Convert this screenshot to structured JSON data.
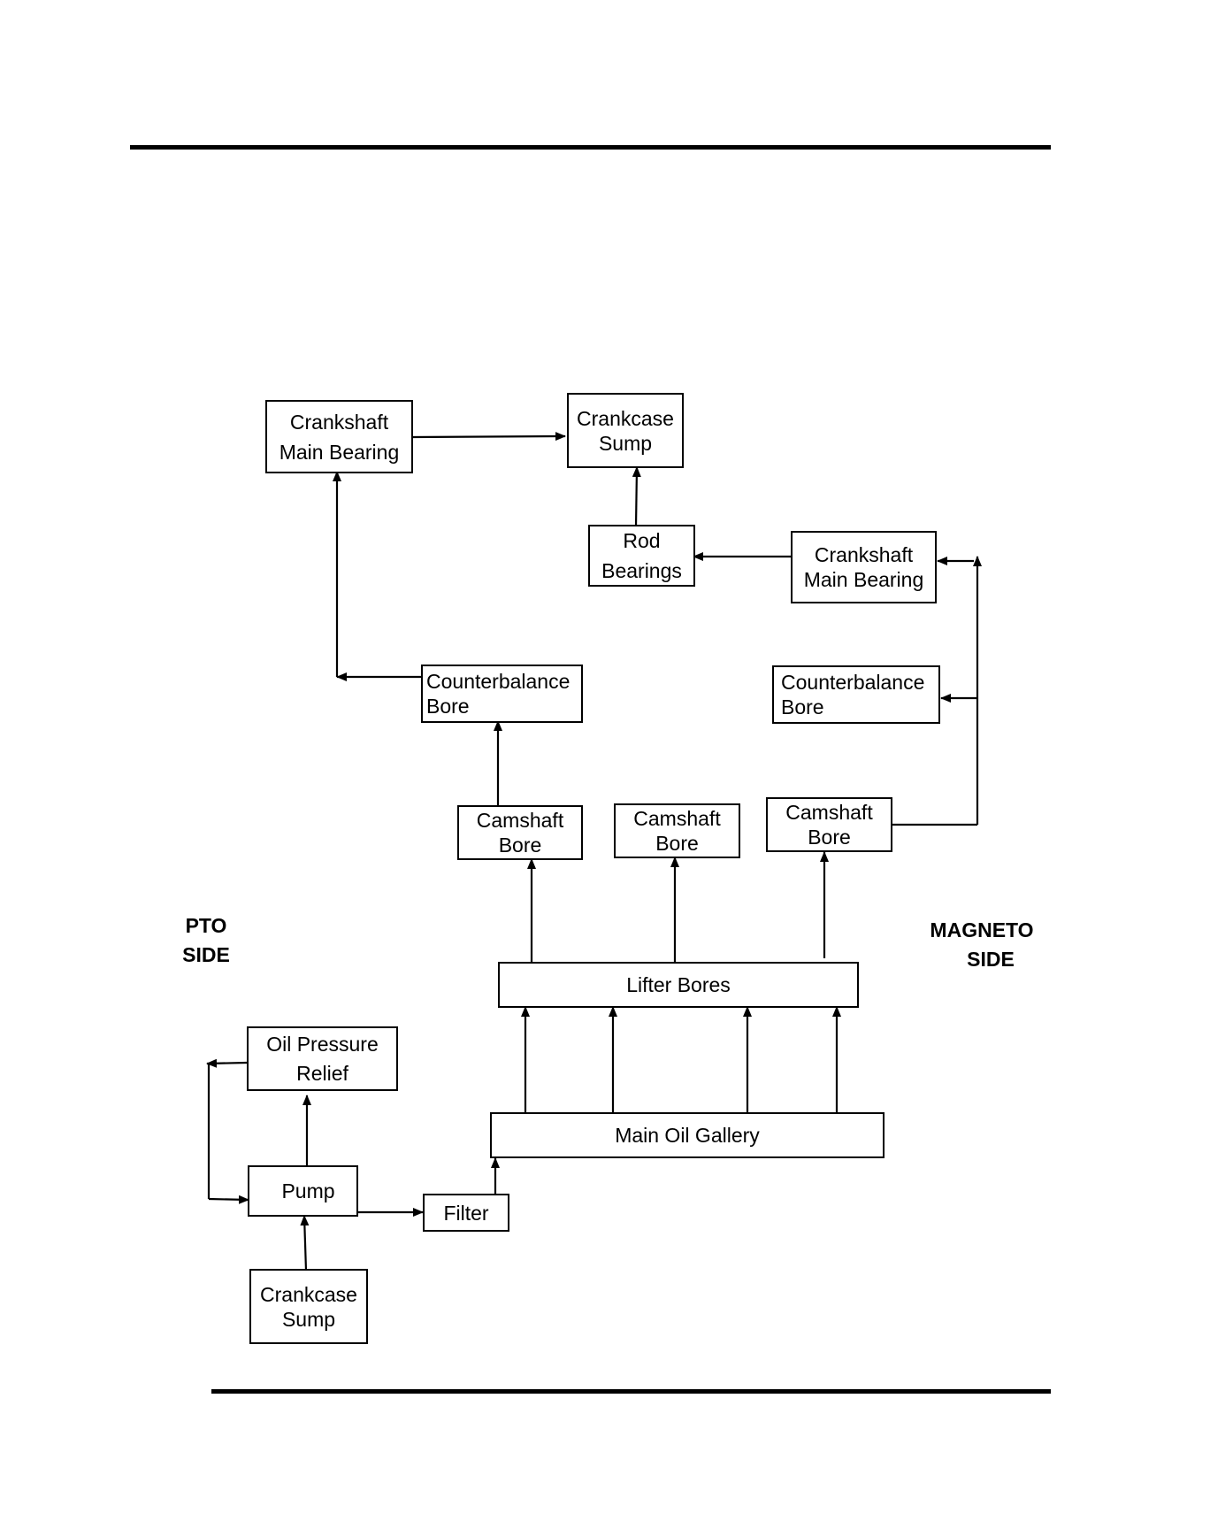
{
  "side_labels": {
    "pto": [
      "PTO",
      "SIDE"
    ],
    "magneto": [
      "MAGNETO",
      "SIDE"
    ]
  },
  "boxes": {
    "crankshaft_main_bearing_pto": [
      "Crankshaft",
      "Main Bearing"
    ],
    "crankcase_sump_top": [
      "Crankcase",
      "Sump"
    ],
    "rod_bearings": [
      "Rod",
      "Bearings"
    ],
    "crankshaft_main_bearing_mag": [
      "Crankshaft",
      "Main Bearing"
    ],
    "counterbalance_bore_pto": [
      "Counterbalance",
      "Bore"
    ],
    "counterbalance_bore_mag": [
      "Counterbalance",
      "Bore"
    ],
    "camshaft_bore_1": [
      "Camshaft",
      "Bore"
    ],
    "camshaft_bore_2": [
      "Camshaft",
      "Bore"
    ],
    "camshaft_bore_3": [
      "Camshaft",
      "Bore"
    ],
    "lifter_bores": [
      "Lifter Bores"
    ],
    "oil_pressure_relief": [
      "Oil Pressure",
      "Relief"
    ],
    "main_oil_gallery": [
      "Main Oil Gallery"
    ],
    "pump": [
      "Pump"
    ],
    "filter": [
      "Filter"
    ],
    "crankcase_sump_bottom": [
      "Crankcase",
      "Sump"
    ]
  },
  "colors": {
    "line": "#000000",
    "background": "#ffffff"
  }
}
